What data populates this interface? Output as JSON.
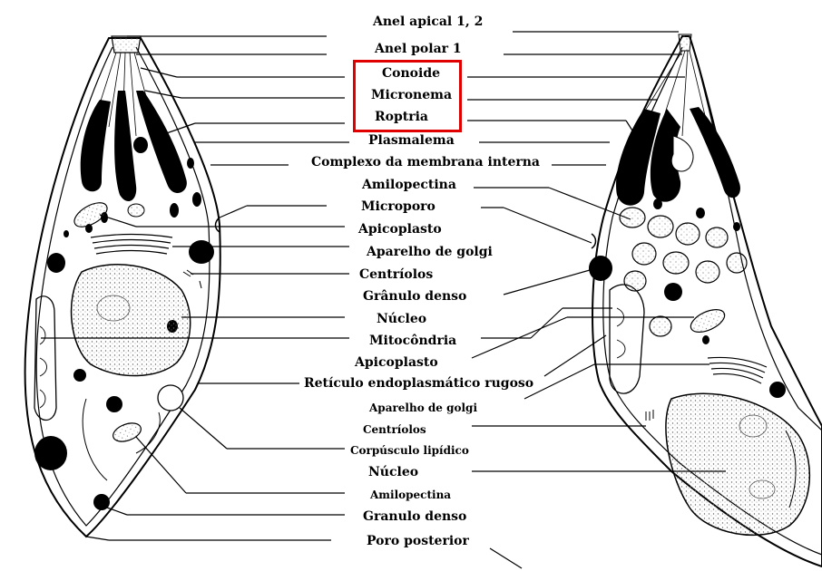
{
  "labels": [
    {
      "text": "Anel apical 1, 2"
    },
    {
      "text": "Anel polar 1"
    },
    {
      "text": "Conoide"
    },
    {
      "text": "Micronema"
    },
    {
      "text": "Roptria"
    },
    {
      "text": "Plasmalema"
    },
    {
      "text": "Complexo da membrana interna"
    },
    {
      "text": "Amilopectina"
    },
    {
      "text": "Microporo"
    },
    {
      "text": "Apicoplasto"
    },
    {
      "text": "Aparelho de golgi"
    },
    {
      "text": "Centríolos"
    },
    {
      "text": "Grânulo denso"
    },
    {
      "text": "Núcleo"
    },
    {
      "text": "Mitocôndria"
    },
    {
      "text": "Apicoplasto"
    },
    {
      "text": "Retículo endoplasmático rugoso"
    },
    {
      "text": "Aparelho de golgi"
    },
    {
      "text": "Centríolos"
    },
    {
      "text": "Corpúsculo lipídico"
    },
    {
      "text": "Núcleo"
    },
    {
      "text": "Amilopectina"
    },
    {
      "text": "Granulo denso"
    },
    {
      "text": "Poro posterior"
    }
  ],
  "colors": {
    "highlight": "#e00000",
    "organelle_dark": "#000000",
    "line": "#000000"
  }
}
